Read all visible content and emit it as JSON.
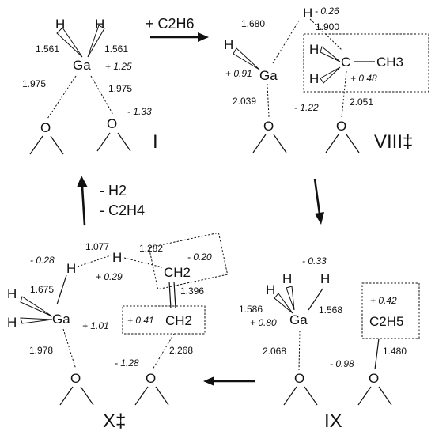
{
  "structures": {
    "I": {
      "label": "I",
      "h_left": "H",
      "h_right": "H",
      "ga": "Ga",
      "b_ga_h_left": "1.561",
      "b_ga_h_right": "1.561",
      "ga_charge": "+ 1.25",
      "b_ga_o_left": "1.975",
      "b_ga_o_right": "1.975",
      "o_left": "O",
      "o_right": "O",
      "o_right_charge": "- 1.33"
    },
    "VIII": {
      "label": "VIII‡",
      "h_ga": "H",
      "ga": "Ga",
      "ga_charge": "+ 0.91",
      "b_ga_htop": "1.680",
      "h_top": "H",
      "h_top_charge": "- 0.26",
      "b_htop_c": "1.900",
      "h1": "H",
      "h2": "H",
      "c": "C",
      "ch3": "CH3",
      "c_group_charge": "+ 0.48",
      "b_ga_o": "2.039",
      "b_c_o": "2.051",
      "o_left": "O",
      "o_right": "O",
      "o_right_charge": "- 1.22"
    },
    "IX": {
      "label": "IX",
      "h1": "H",
      "h2": "H",
      "h3": "H",
      "ga": "Ga",
      "ga_charge_top": "- 0.33",
      "b_ga_h_left": "1.586",
      "b_ga_h_right": "1.568",
      "ga_charge": "+ 0.80",
      "c2h5_charge": "+ 0.42",
      "c2h5": "C2H5",
      "b_ga_o": "2.068",
      "b_c_o": "1.480",
      "o_left": "O",
      "o_right": "O",
      "o_right_charge": "- 0.98"
    },
    "X": {
      "label": "X‡",
      "b_h_h": "1.077",
      "b_h_ch2": "1.282",
      "h_gatop_charge": "- 0.28",
      "h_gatop": "H",
      "h_mid": "H",
      "h_mid_charge": "+ 0.29",
      "ch2_top": "CH2",
      "ch2_top_charge": "- 0.20",
      "b_c_c": "1.396",
      "b_ga_h": "1.675",
      "h_left_a": "H",
      "h_left_b": "H",
      "ga": "Ga",
      "ga_charge": "+ 1.01",
      "ch2_bottom_charge": "+ 0.41",
      "ch2_bottom": "CH2",
      "b_ga_o": "1.978",
      "b_c_o": "2.268",
      "o_left": "O",
      "o_right": "O",
      "o_left_charge": "- 1.28"
    }
  },
  "arrows": {
    "top": "+ C2H6",
    "left_a": "- H2",
    "left_b": "- C2H4"
  }
}
